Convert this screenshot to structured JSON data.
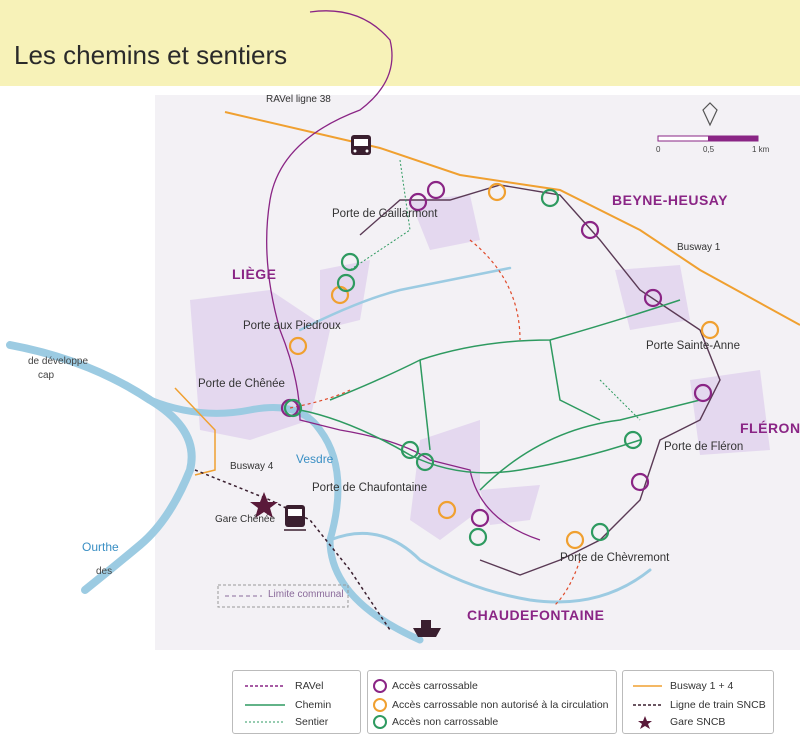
{
  "title": "Les chemins et sentiers",
  "colors": {
    "title_band": "#f7f2b8",
    "ravel": "#8a2585",
    "chemin": "#2e9a60",
    "sentier": "#2e9a60",
    "busway": "#f0a030",
    "train": "#3a1f2f",
    "river": "#9ccbe2",
    "urban": "#e4d8ef",
    "access_carrossable": "#8a2585",
    "access_non_autorise": "#f0a030",
    "access_non_carrossable": "#2e9a60",
    "red_link": "#e04a2a"
  },
  "map": {
    "places": {
      "liege": "LIÈGE",
      "beyne": "BEYNE-HEUSAY",
      "fleron": "FLÉRON",
      "chaudfontaine": "CHAUDEFONTAINE"
    },
    "portes": {
      "gaillarmont": "Porte de Gaillarmont",
      "piedroux": "Porte aux Piedroux",
      "chenee": "Porte de Chênée",
      "sainte_anne": "Porte Sainte-Anne",
      "fleron": "Porte de Fléron",
      "chaufontaine": "Porte de Chaufontaine",
      "chevremont": "Porte de Chèvremont"
    },
    "labels": {
      "ravel": "RAVel  ligne 38",
      "busway1": "Busway 1",
      "busway4": "Busway 4",
      "gare": "Gare Chênée",
      "vesdre": "Vesdre",
      "ourthe": "Ourthe",
      "limite": "Limite communal",
      "faded1": "de développe",
      "faded2": "cap",
      "faded3": "des"
    },
    "scale": {
      "zero": "0",
      "half": "0,5",
      "one": "1 km"
    },
    "icons": {
      "north": "north-arrow-icon",
      "bus": "bus-icon",
      "train": "train-icon",
      "star": "star-icon",
      "boat": "boat-icon"
    }
  },
  "legend": {
    "col1": {
      "ravel": "RAVel",
      "chemin": "Chemin",
      "sentier": "Sentier"
    },
    "col2": {
      "carrossable": "Accès carrossable",
      "non_autorise": "Accès carrossable non autorisé à la circulation",
      "non_carrossable": "Accès non carrossable"
    },
    "col3": {
      "busway": "Busway 1 + 4",
      "train": "Ligne de train SNCB",
      "gare": "Gare SNCB"
    }
  }
}
